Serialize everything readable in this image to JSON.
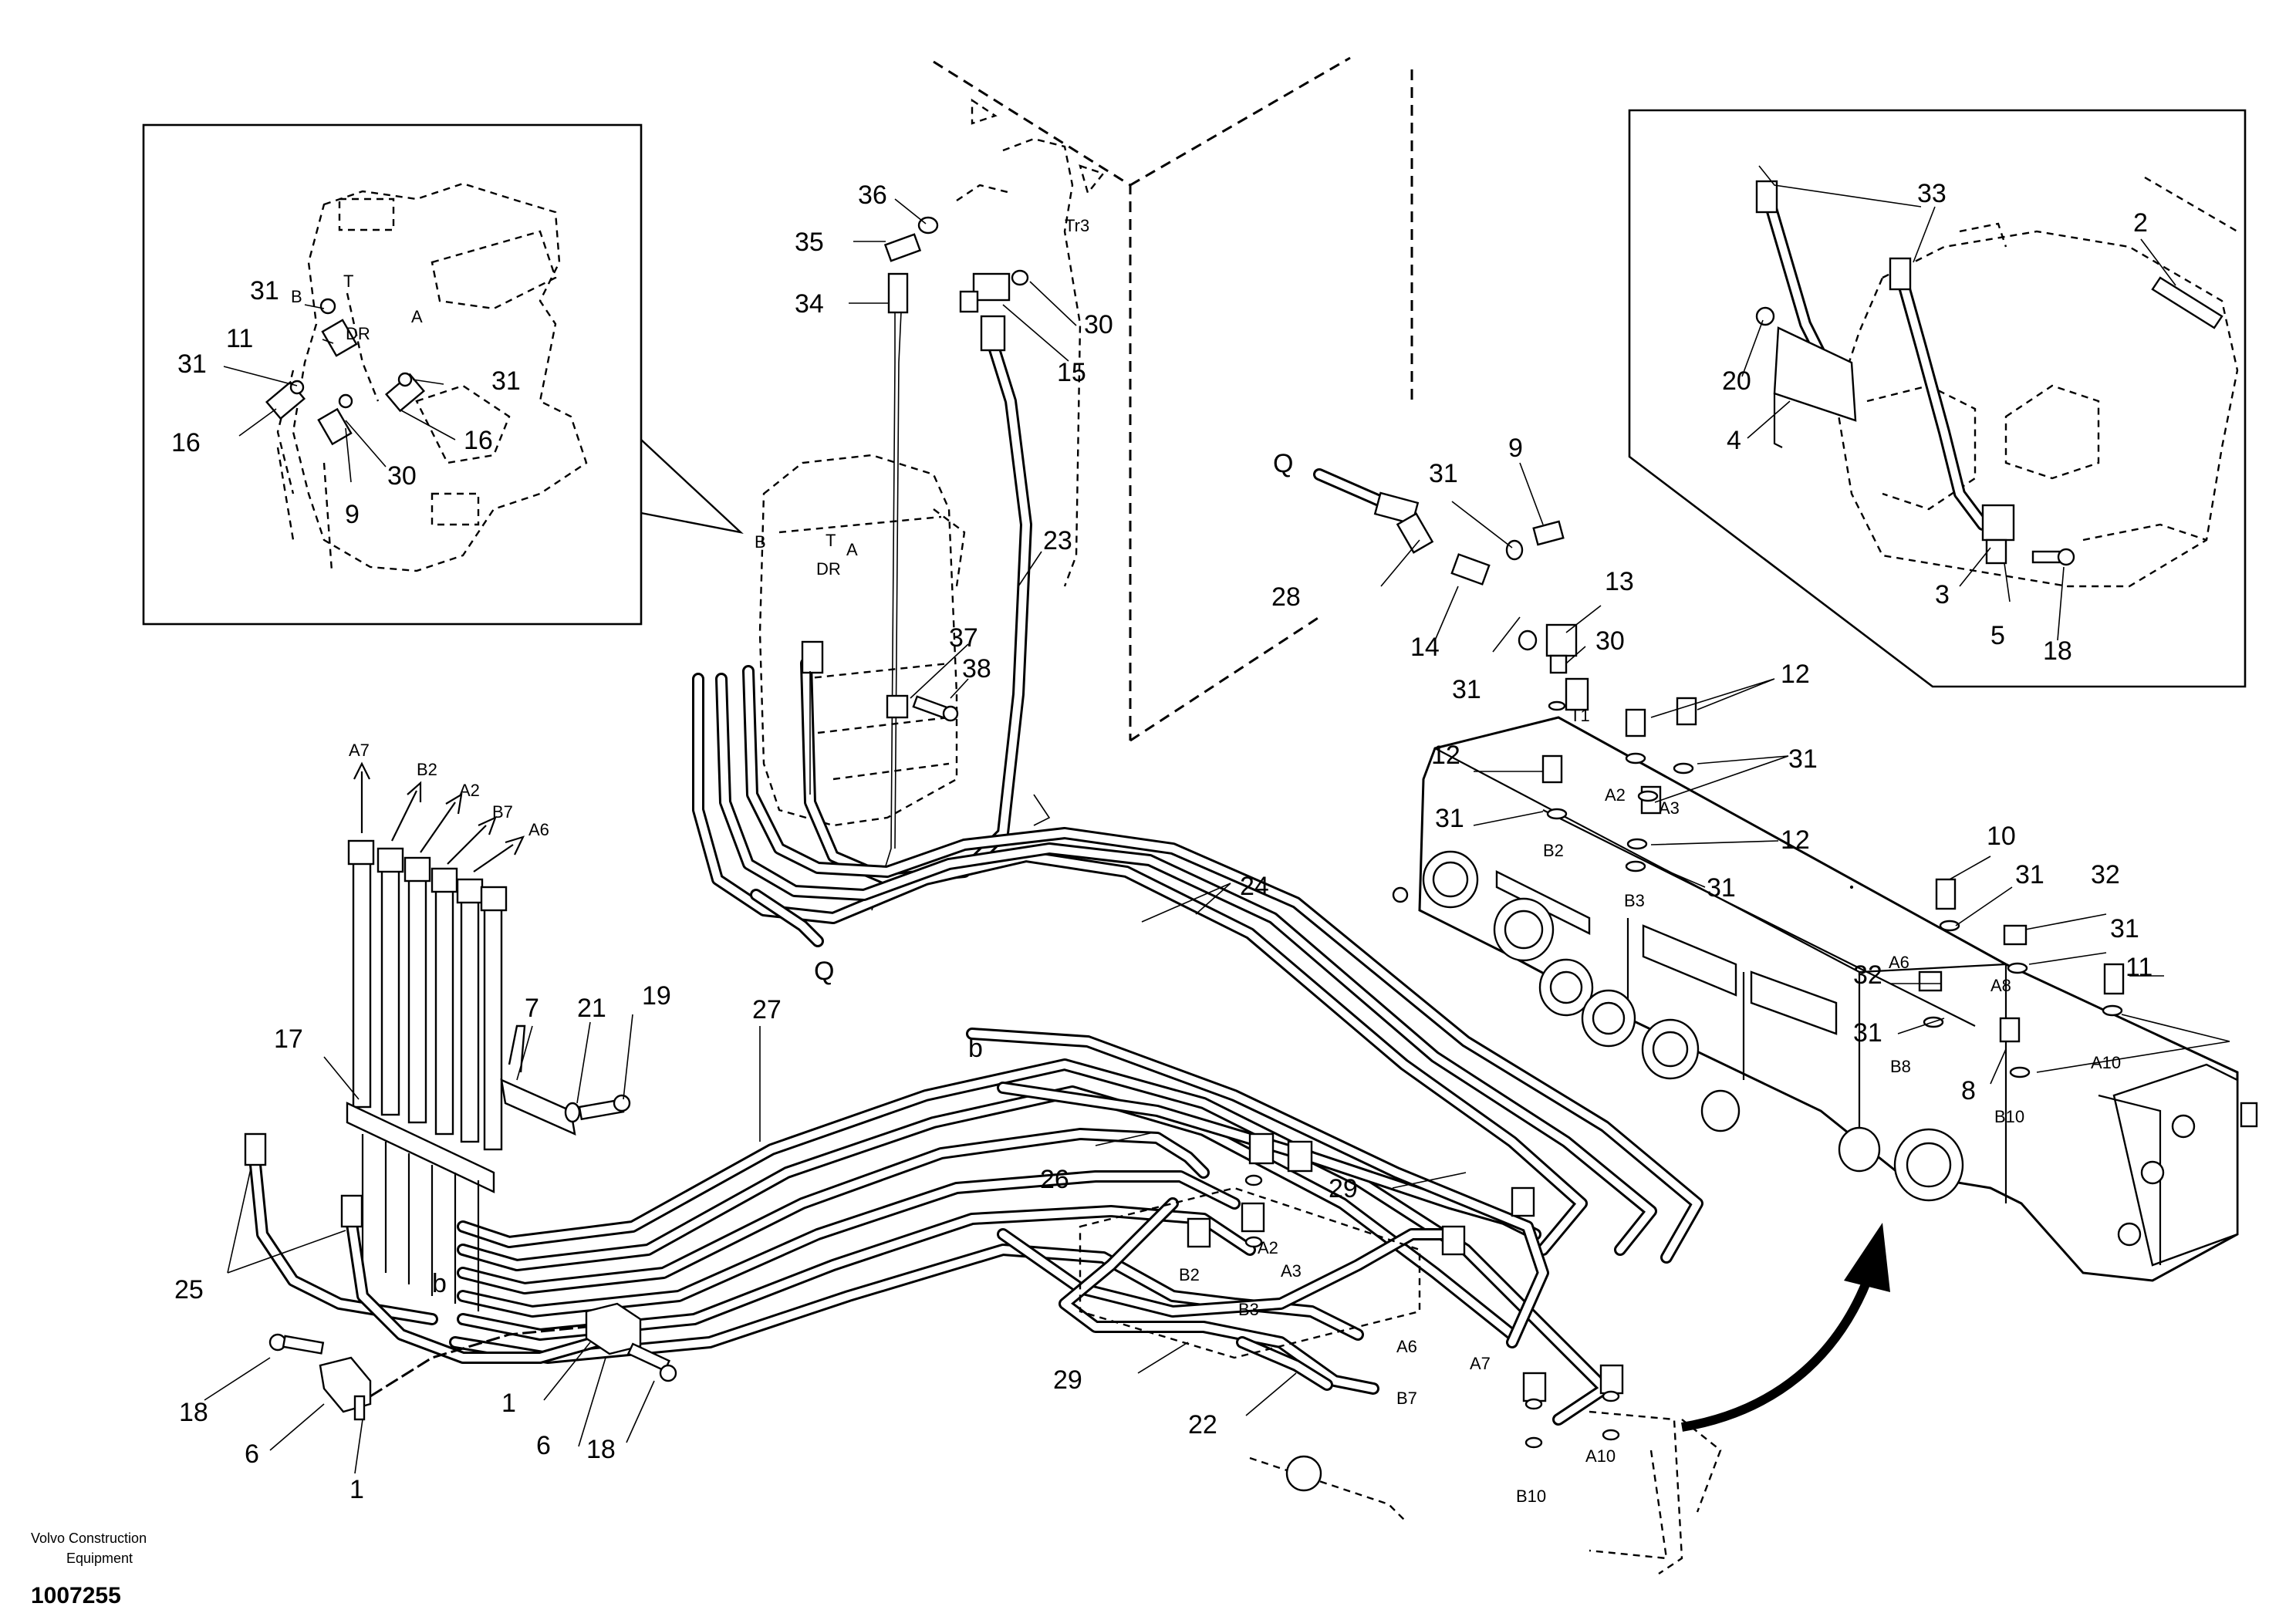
{
  "footer": {
    "brand_line1": "Volvo Construction",
    "brand_line2": "Equipment",
    "document_number": "1007255"
  },
  "callouts": {
    "c1a": "1",
    "c1b": "1",
    "c2": "2",
    "c3": "3",
    "c4": "4",
    "c5": "5",
    "c6a": "6",
    "c6b": "6",
    "c7": "7",
    "c8": "8",
    "c9a": "9",
    "c9b": "9",
    "c10": "10",
    "c11a": "11",
    "c11b": "11",
    "c12a": "12",
    "c12b": "12",
    "c12c": "12",
    "c13": "13",
    "c14": "14",
    "c15": "15",
    "c16a": "16",
    "c16b": "16",
    "c17": "17",
    "c18a": "18",
    "c18b": "18",
    "c18c": "18",
    "c19": "19",
    "c20": "20",
    "c21": "21",
    "c22": "22",
    "c23": "23",
    "c24": "24",
    "c25": "25",
    "c26": "26",
    "c27": "27",
    "c28": "28",
    "c29a": "29",
    "c29b": "29",
    "c30a": "30",
    "c30b": "30",
    "c30c": "30",
    "c31a": "31",
    "c31b": "31",
    "c31c": "31",
    "c31d": "31",
    "c31e": "31",
    "c31f": "31",
    "c31g": "31",
    "c31h": "31",
    "c31i": "31",
    "c31j": "31",
    "c31k": "31",
    "c32a": "32",
    "c32b": "32",
    "c33": "33",
    "c34": "34",
    "c35": "35",
    "c36": "36",
    "c37": "37",
    "c38": "38",
    "qa": "Q",
    "qb": "Q",
    "ba": "b",
    "bb": "b"
  },
  "ports": {
    "a7_top": "A7",
    "b2_top": "B2",
    "a2_top": "A2",
    "b7_top": "B7",
    "a6_top": "A6",
    "t1": "T1",
    "a2_v": "A2",
    "b2_v": "B2",
    "a3_v": "A3",
    "b3_v": "B3",
    "a6_v": "A6",
    "a8_v": "A8",
    "b8_v": "B8",
    "a10_v": "A10",
    "b10_v": "B10",
    "b2_low": "B2",
    "a2_low": "A2",
    "a3_low": "A3",
    "b3_low": "B3",
    "a6_low": "A6",
    "a7_low": "A7",
    "b7_low": "B7",
    "a10_low": "A10",
    "b10_low": "B10",
    "tr3": "Tr3",
    "inset_b": "B",
    "inset_t": "T",
    "inset_dr": "DR",
    "inset_a": "A",
    "motor_b": "B",
    "motor_t": "T",
    "motor_dr": "DR",
    "motor_a": "A"
  }
}
